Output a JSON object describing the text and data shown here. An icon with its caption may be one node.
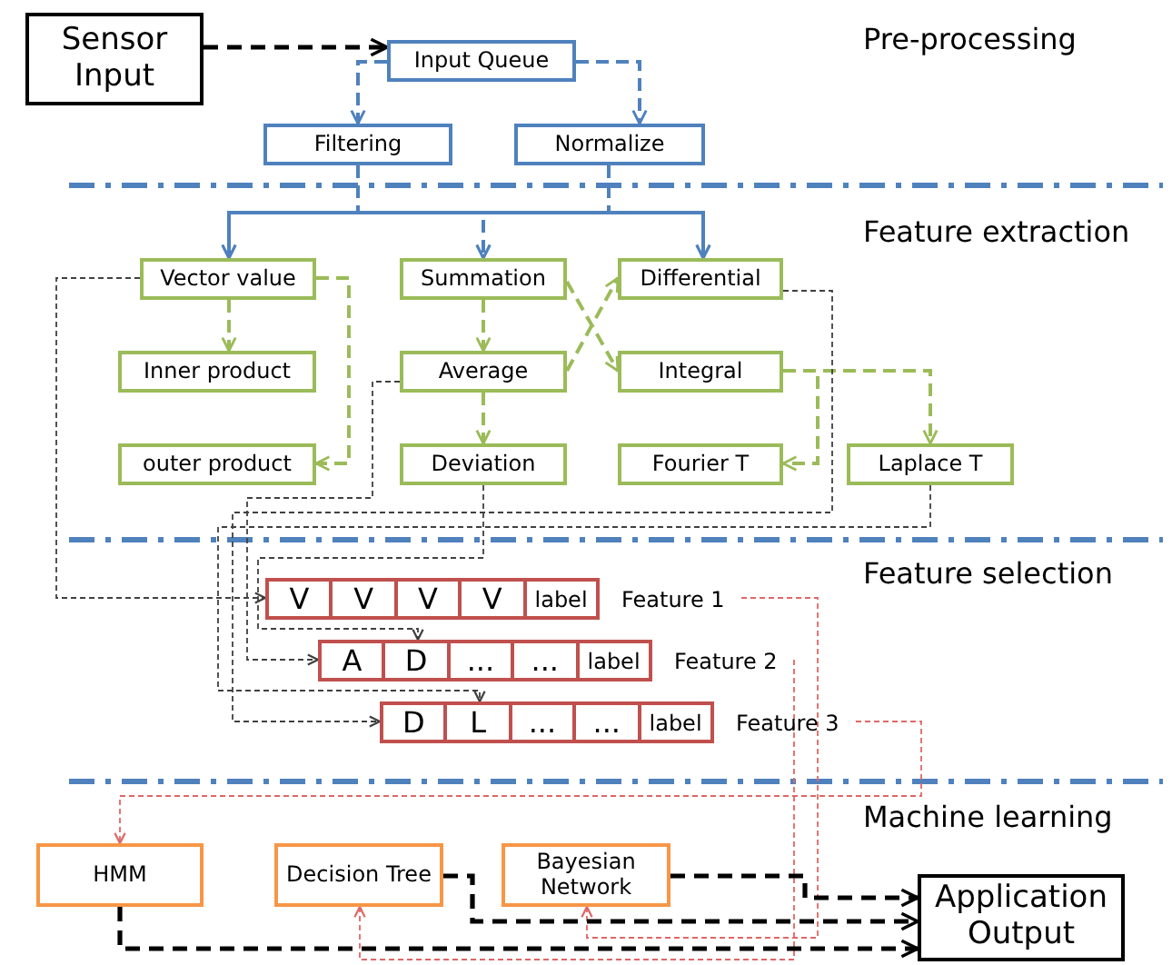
{
  "diagram": {
    "nodes": [
      {
        "text": [
          "Sensor Input"
        ]
      },
      {
        "text": [
          "Input Queue"
        ]
      },
      {
        "text": [
          "Filtering"
        ]
      },
      {
        "text": [
          "Normalize"
        ]
      },
      {
        "text": [
          "Vector value"
        ]
      },
      {
        "text": [
          "Summation"
        ]
      },
      {
        "text": [
          "Differential"
        ]
      },
      {
        "text": [
          "Inner product"
        ]
      },
      {
        "text": [
          "Average"
        ]
      },
      {
        "text": [
          "Integral"
        ]
      },
      {
        "text": [
          "outer product"
        ]
      },
      {
        "text": [
          "Deviation"
        ]
      },
      {
        "text": [
          "Fourier T"
        ]
      },
      {
        "text": [
          "Laplace T"
        ]
      },
      {
        "text": [
          "V",
          "V",
          "V",
          "V",
          "label"
        ],
        "beside": [
          "Feature 1"
        ]
      },
      {
        "text": [
          "A",
          "D",
          "...",
          "...",
          "label"
        ],
        "beside": [
          "Feature 2"
        ]
      },
      {
        "text": [
          "D",
          "L",
          "...",
          "...",
          "label"
        ],
        "beside": [
          "Feature 3"
        ]
      },
      {
        "text": [
          "HMM"
        ]
      },
      {
        "text": [
          "Decision Tree"
        ]
      },
      {
        "text": [
          "Bayesian Network"
        ]
      },
      {
        "text": [
          "Application Output"
        ]
      }
    ],
    "edges": [
      {
        "from": 0,
        "to": 1,
        "arrow": "to",
        "style": "dashed",
        "color": "#000000"
      },
      {
        "from": 1,
        "to": 2,
        "arrow": "to",
        "color": "#4f81bd"
      },
      {
        "from": 1,
        "to": 3,
        "arrow": "to",
        "color": "#4f81bd"
      },
      {
        "from": 2,
        "to": 4,
        "arrow": "to",
        "color": "#4f81bd"
      },
      {
        "from": 2,
        "to": 5,
        "arrow": "to",
        "color": "#4f81bd"
      },
      {
        "from": 2,
        "to": 6,
        "arrow": "to",
        "color": "#4f81bd"
      },
      {
        "from": 3,
        "to": 4,
        "arrow": "to",
        "color": "#4f81bd"
      },
      {
        "from": 3,
        "to": 5,
        "arrow": "to",
        "color": "#4f81bd"
      },
      {
        "from": 3,
        "to": 6,
        "arrow": "to",
        "color": "#4f81bd"
      },
      {
        "from": 4,
        "to": 7,
        "arrow": "to",
        "color": "#9bbb59"
      },
      {
        "from": 4,
        "to": 10,
        "arrow": "to",
        "color": "#9bbb59"
      },
      {
        "from": 5,
        "to": 8,
        "arrow": "to",
        "color": "#9bbb59"
      },
      {
        "from": 8,
        "to": 11,
        "arrow": "to",
        "color": "#9bbb59"
      },
      {
        "from": 5,
        "to": 9,
        "arrow": "to",
        "color": "#9bbb59"
      },
      {
        "from": 8,
        "to": 6,
        "arrow": "to",
        "color": "#9bbb59"
      },
      {
        "from": 9,
        "to": 12,
        "arrow": "to",
        "color": "#9bbb59"
      },
      {
        "from": 9,
        "to": 13,
        "arrow": "to",
        "color": "#9bbb59"
      },
      {
        "from": 4,
        "to": 14,
        "arrow": "to",
        "style": "dashed",
        "color": "#404040"
      },
      {
        "from": 8,
        "to": 15,
        "arrow": "to",
        "style": "dashed",
        "color": "#404040"
      },
      {
        "from": 11,
        "to": 15,
        "arrow": "to",
        "style": "dashed",
        "color": "#404040"
      },
      {
        "from": 6,
        "to": 16,
        "arrow": "to",
        "style": "dashed",
        "color": "#404040"
      },
      {
        "from": 13,
        "to": 16,
        "arrow": "to",
        "style": "dashed",
        "color": "#404040"
      },
      {
        "from": 14,
        "to": 19,
        "arrow": "to",
        "style": "dashed",
        "color": "#e06666"
      },
      {
        "from": 15,
        "to": 18,
        "arrow": "to",
        "style": "dashed",
        "color": "#e06666"
      },
      {
        "from": 16,
        "to": 17,
        "arrow": "to",
        "style": "dashed",
        "color": "#e06666"
      },
      {
        "from": 17,
        "to": 20,
        "arrow": "to",
        "style": "dashed",
        "color": "#000000"
      },
      {
        "from": 18,
        "to": 20,
        "arrow": "to",
        "style": "dashed",
        "color": "#000000"
      },
      {
        "from": 19,
        "to": 20,
        "arrow": "to",
        "style": "dashed",
        "color": "#000000"
      }
    ],
    "labels": [
      "Pre-processing",
      "Feature extraction",
      "Feature selection",
      "Machine learning"
    ]
  }
}
